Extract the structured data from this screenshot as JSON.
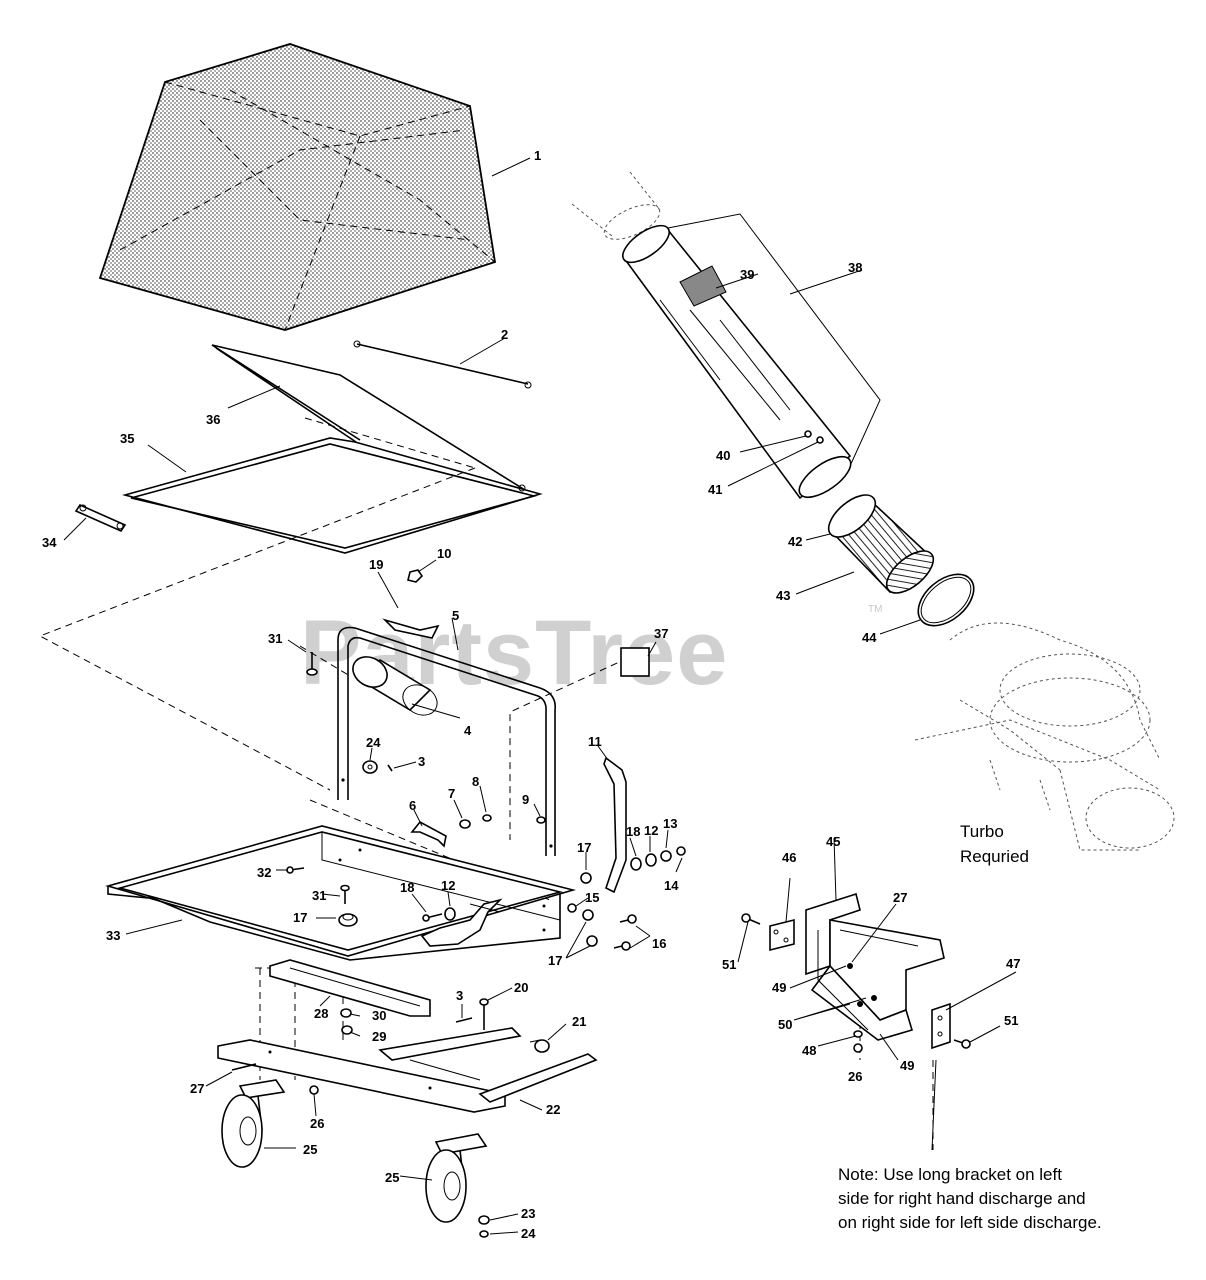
{
  "watermark": {
    "text": "PartsTree",
    "trademark": "TM"
  },
  "turbo_note": {
    "line1": "Turbo",
    "line2": "Requried"
  },
  "discharge_note": {
    "line1": "Note: Use long bracket on left",
    "line2": "side for right hand discharge and",
    "line3": "on right side for left side discharge."
  },
  "callouts": [
    {
      "id": "c1",
      "text": "1"
    },
    {
      "id": "c2",
      "text": "2"
    },
    {
      "id": "c3a",
      "text": "3"
    },
    {
      "id": "c3b",
      "text": "3"
    },
    {
      "id": "c4",
      "text": "4"
    },
    {
      "id": "c5",
      "text": "5"
    },
    {
      "id": "c6",
      "text": "6"
    },
    {
      "id": "c7",
      "text": "7"
    },
    {
      "id": "c8",
      "text": "8"
    },
    {
      "id": "c9",
      "text": "9"
    },
    {
      "id": "c10",
      "text": "10"
    },
    {
      "id": "c11",
      "text": "11"
    },
    {
      "id": "c12a",
      "text": "12"
    },
    {
      "id": "c12b",
      "text": "12"
    },
    {
      "id": "c13",
      "text": "13"
    },
    {
      "id": "c14",
      "text": "14"
    },
    {
      "id": "c15",
      "text": "15"
    },
    {
      "id": "c16",
      "text": "16"
    },
    {
      "id": "c17a",
      "text": "17"
    },
    {
      "id": "c17b",
      "text": "17"
    },
    {
      "id": "c17c",
      "text": "17"
    },
    {
      "id": "c18a",
      "text": "18"
    },
    {
      "id": "c18b",
      "text": "18"
    },
    {
      "id": "c19",
      "text": "19"
    },
    {
      "id": "c20",
      "text": "20"
    },
    {
      "id": "c21",
      "text": "21"
    },
    {
      "id": "c22",
      "text": "22"
    },
    {
      "id": "c23",
      "text": "23"
    },
    {
      "id": "c24a",
      "text": "24"
    },
    {
      "id": "c24b",
      "text": "24"
    },
    {
      "id": "c25a",
      "text": "25"
    },
    {
      "id": "c25b",
      "text": "25"
    },
    {
      "id": "c26a",
      "text": "26"
    },
    {
      "id": "c26b",
      "text": "26"
    },
    {
      "id": "c27a",
      "text": "27"
    },
    {
      "id": "c27b",
      "text": "27"
    },
    {
      "id": "c28",
      "text": "28"
    },
    {
      "id": "c29",
      "text": "29"
    },
    {
      "id": "c30",
      "text": "30"
    },
    {
      "id": "c31a",
      "text": "31"
    },
    {
      "id": "c31b",
      "text": "31"
    },
    {
      "id": "c32",
      "text": "32"
    },
    {
      "id": "c33",
      "text": "33"
    },
    {
      "id": "c34",
      "text": "34"
    },
    {
      "id": "c35",
      "text": "35"
    },
    {
      "id": "c36",
      "text": "36"
    },
    {
      "id": "c37",
      "text": "37"
    },
    {
      "id": "c38",
      "text": "38"
    },
    {
      "id": "c39",
      "text": "39"
    },
    {
      "id": "c40",
      "text": "40"
    },
    {
      "id": "c41",
      "text": "41"
    },
    {
      "id": "c42",
      "text": "42"
    },
    {
      "id": "c43",
      "text": "43"
    },
    {
      "id": "c44",
      "text": "44"
    },
    {
      "id": "c45",
      "text": "45"
    },
    {
      "id": "c46",
      "text": "46"
    },
    {
      "id": "c47",
      "text": "47"
    },
    {
      "id": "c48",
      "text": "48"
    },
    {
      "id": "c49a",
      "text": "49"
    },
    {
      "id": "c49b",
      "text": "49"
    },
    {
      "id": "c50",
      "text": "50"
    },
    {
      "id": "c51a",
      "text": "51"
    },
    {
      "id": "c51b",
      "text": "51"
    }
  ]
}
